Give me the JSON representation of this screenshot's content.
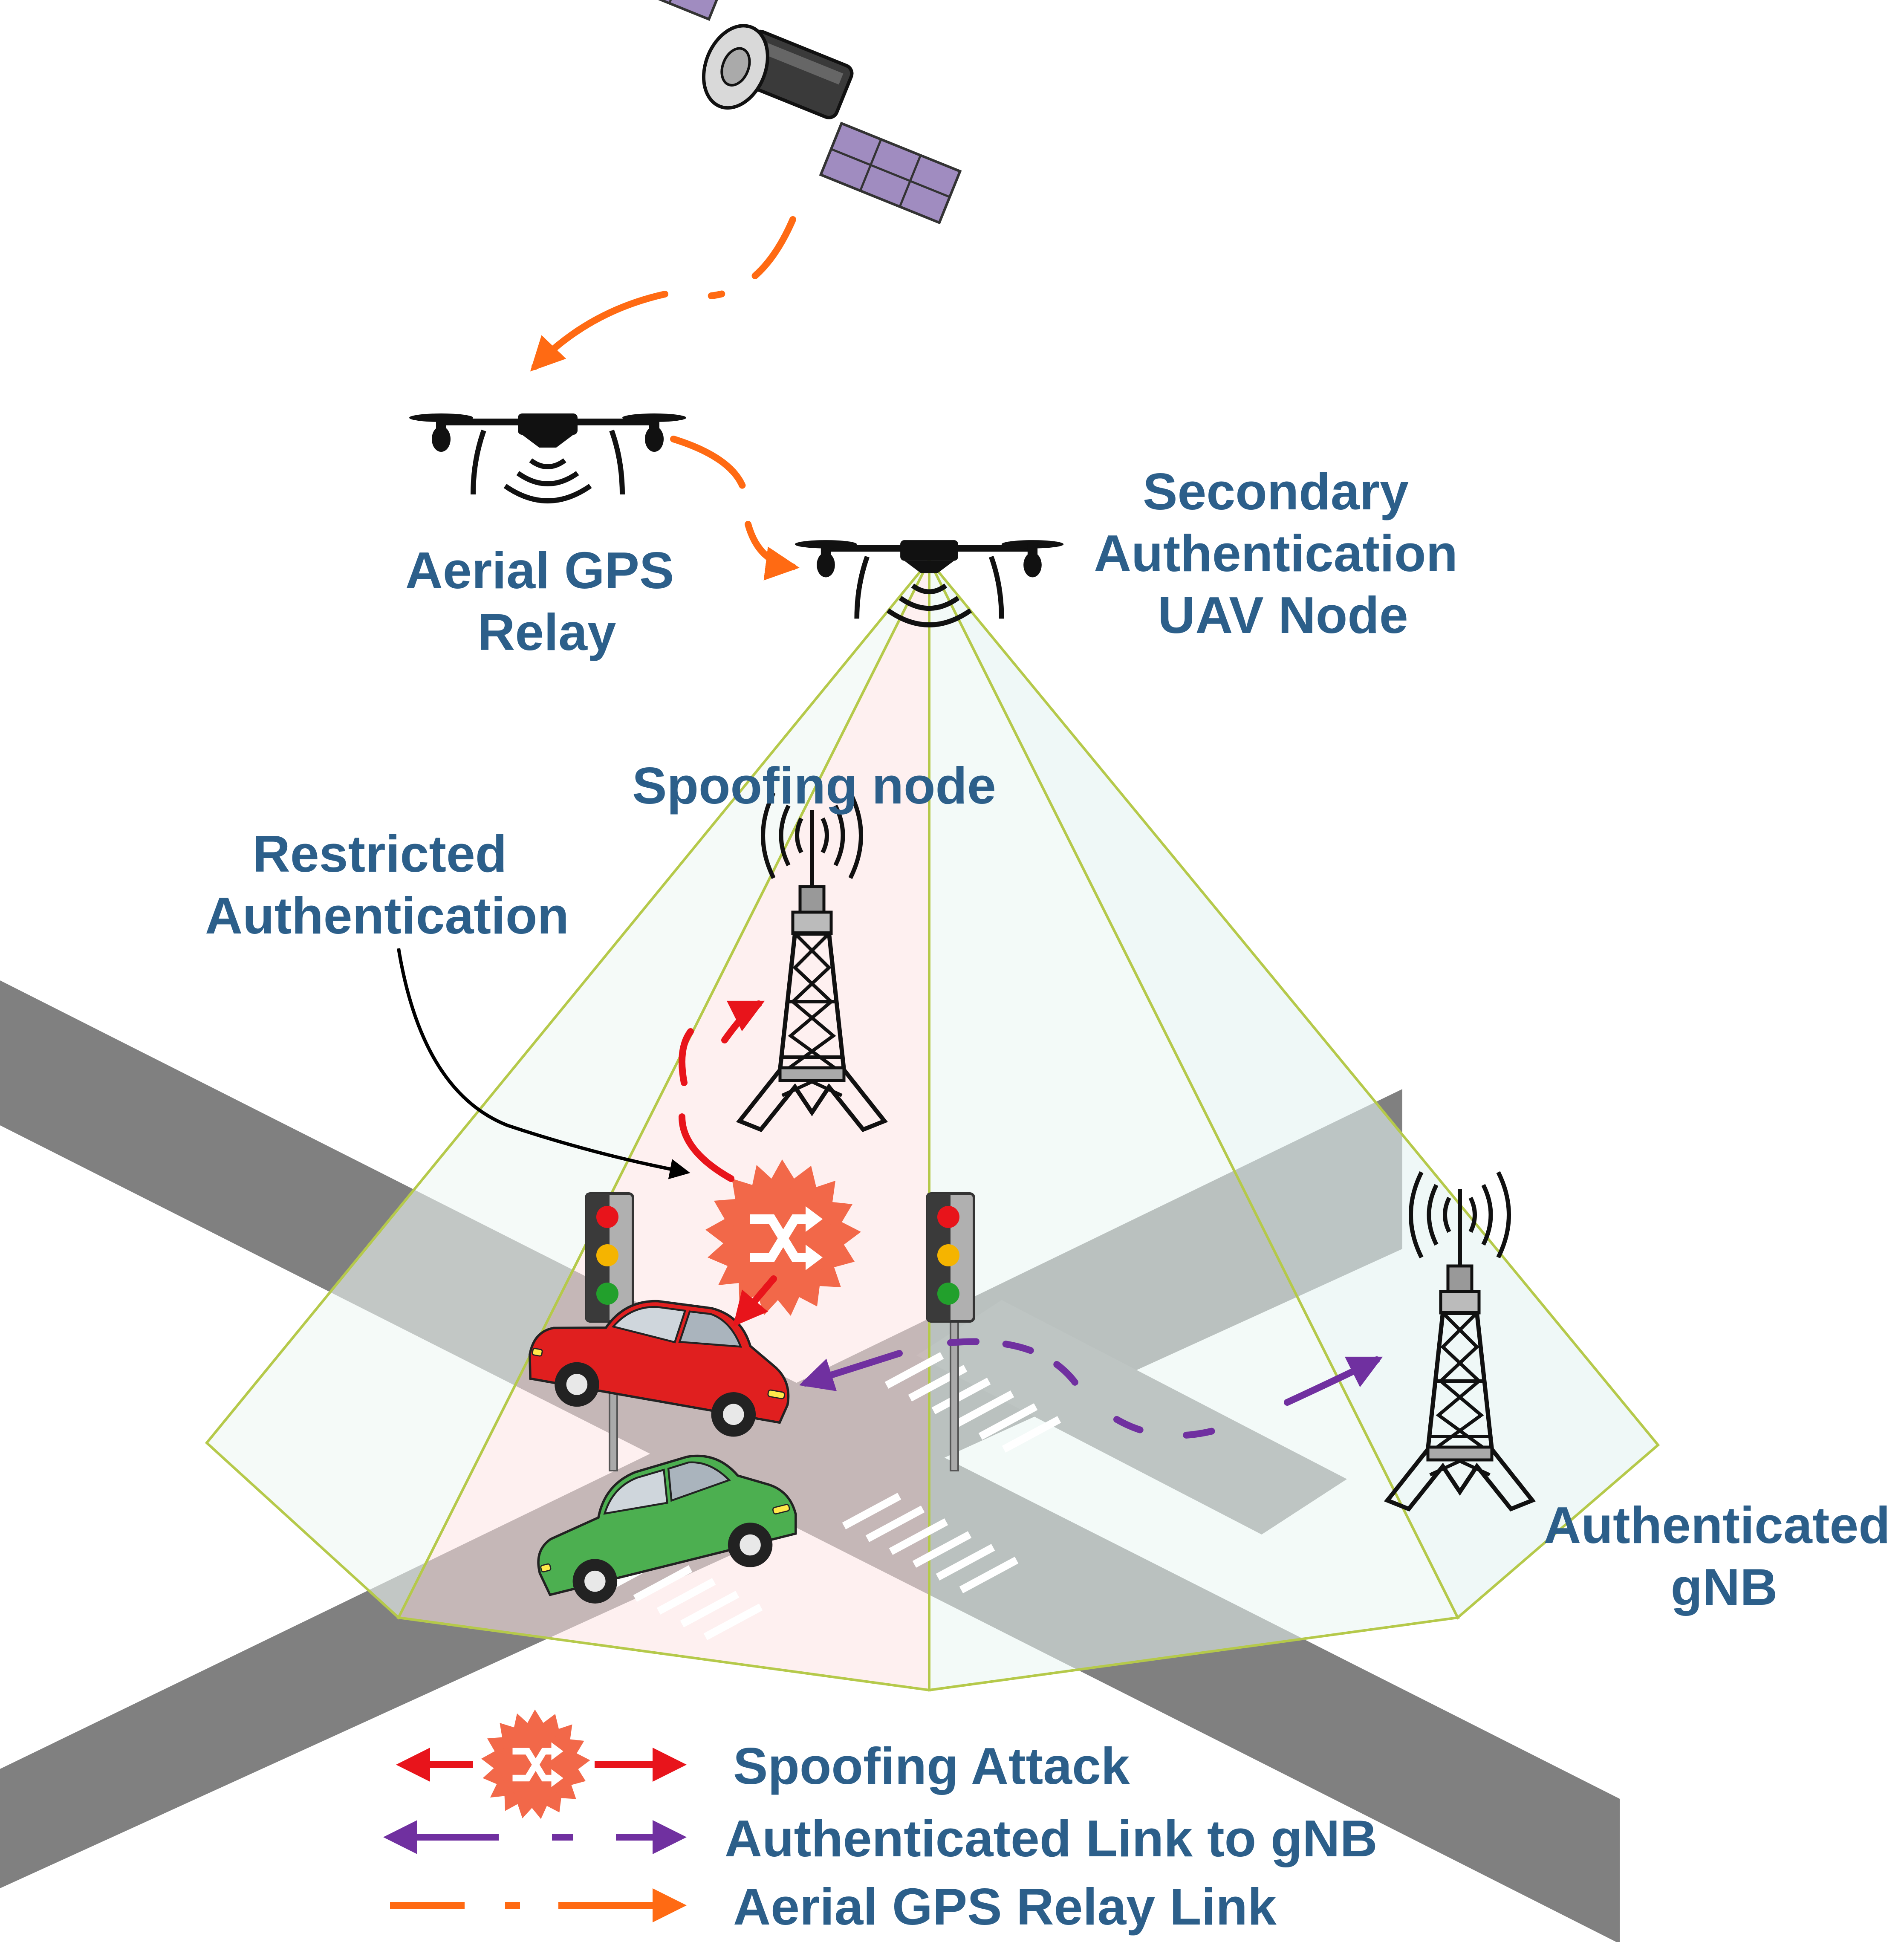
{
  "labels": {
    "aerial_relay": [
      "Aerial GPS",
      "Relay"
    ],
    "secondary_uav": [
      "Secondary",
      "Authentication",
      "UAV Node"
    ],
    "spoofing_node": "Spoofing node",
    "restricted_auth": [
      "Restricted",
      "Authentication"
    ],
    "authenticated_gnb": [
      "Authenticated",
      "gNB"
    ]
  },
  "legend": [
    {
      "text": "Spoofing Attack",
      "style": "spoofing",
      "color": "#e8141b"
    },
    {
      "text": "Authenticated Link to gNB",
      "style": "auth",
      "color": "#7030a0"
    },
    {
      "text": "Aerial GPS Relay Link",
      "style": "relay",
      "color": "#ff6a13"
    }
  ],
  "colors": {
    "label": "#2c5f8a",
    "spoofing": "#e8141b",
    "auth_link": "#7030a0",
    "relay_link": "#ff6a13",
    "road": "#808080",
    "red_zone": "#fde3e3",
    "coverage_zone": "#eef6f4",
    "coverage_outline": "#b5c94a"
  },
  "icons": [
    "satellite-icon",
    "drone-icon",
    "cell-tower-icon",
    "traffic-light-icon",
    "car-icon",
    "spoofing-burst-icon"
  ]
}
